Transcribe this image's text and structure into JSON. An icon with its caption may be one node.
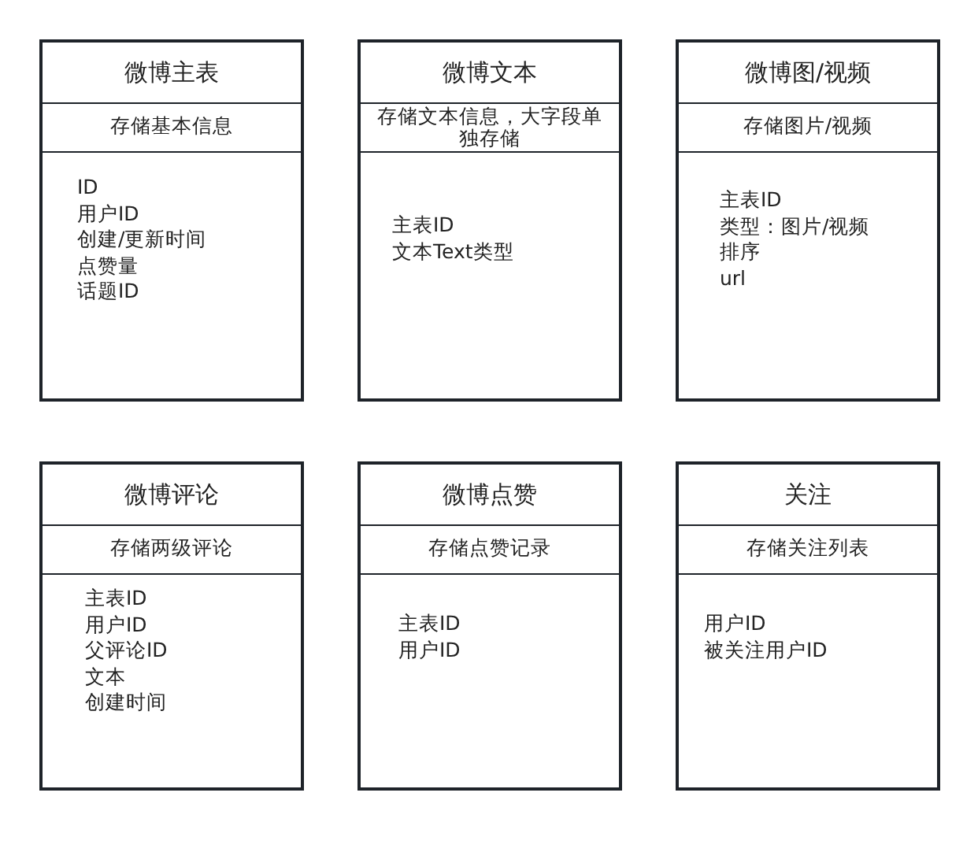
{
  "diagram": {
    "nodes": [
      {
        "text": [
          "微博主表",
          "存储基本信息",
          "ID",
          "用户ID",
          "创建/更新时间",
          "点赞量",
          "话题ID"
        ]
      },
      {
        "text": [
          "微博文本",
          "存储文本信息，大字段单独存储",
          "主表ID",
          "文本Text类型"
        ]
      },
      {
        "text": [
          "微博图/视频",
          "存储图片/视频",
          "主表ID",
          "类型：图片/视频",
          "排序",
          "url"
        ]
      },
      {
        "text": [
          "微博评论",
          "存储两级评论",
          "主表ID",
          "用户ID",
          "父评论ID",
          "文本",
          "创建时间"
        ]
      },
      {
        "text": [
          "微博点赞",
          "存储点赞记录",
          "主表ID",
          "用户ID"
        ]
      },
      {
        "text": [
          "关注",
          "存储关注列表",
          "用户ID",
          "被关注用户ID"
        ]
      }
    ]
  }
}
